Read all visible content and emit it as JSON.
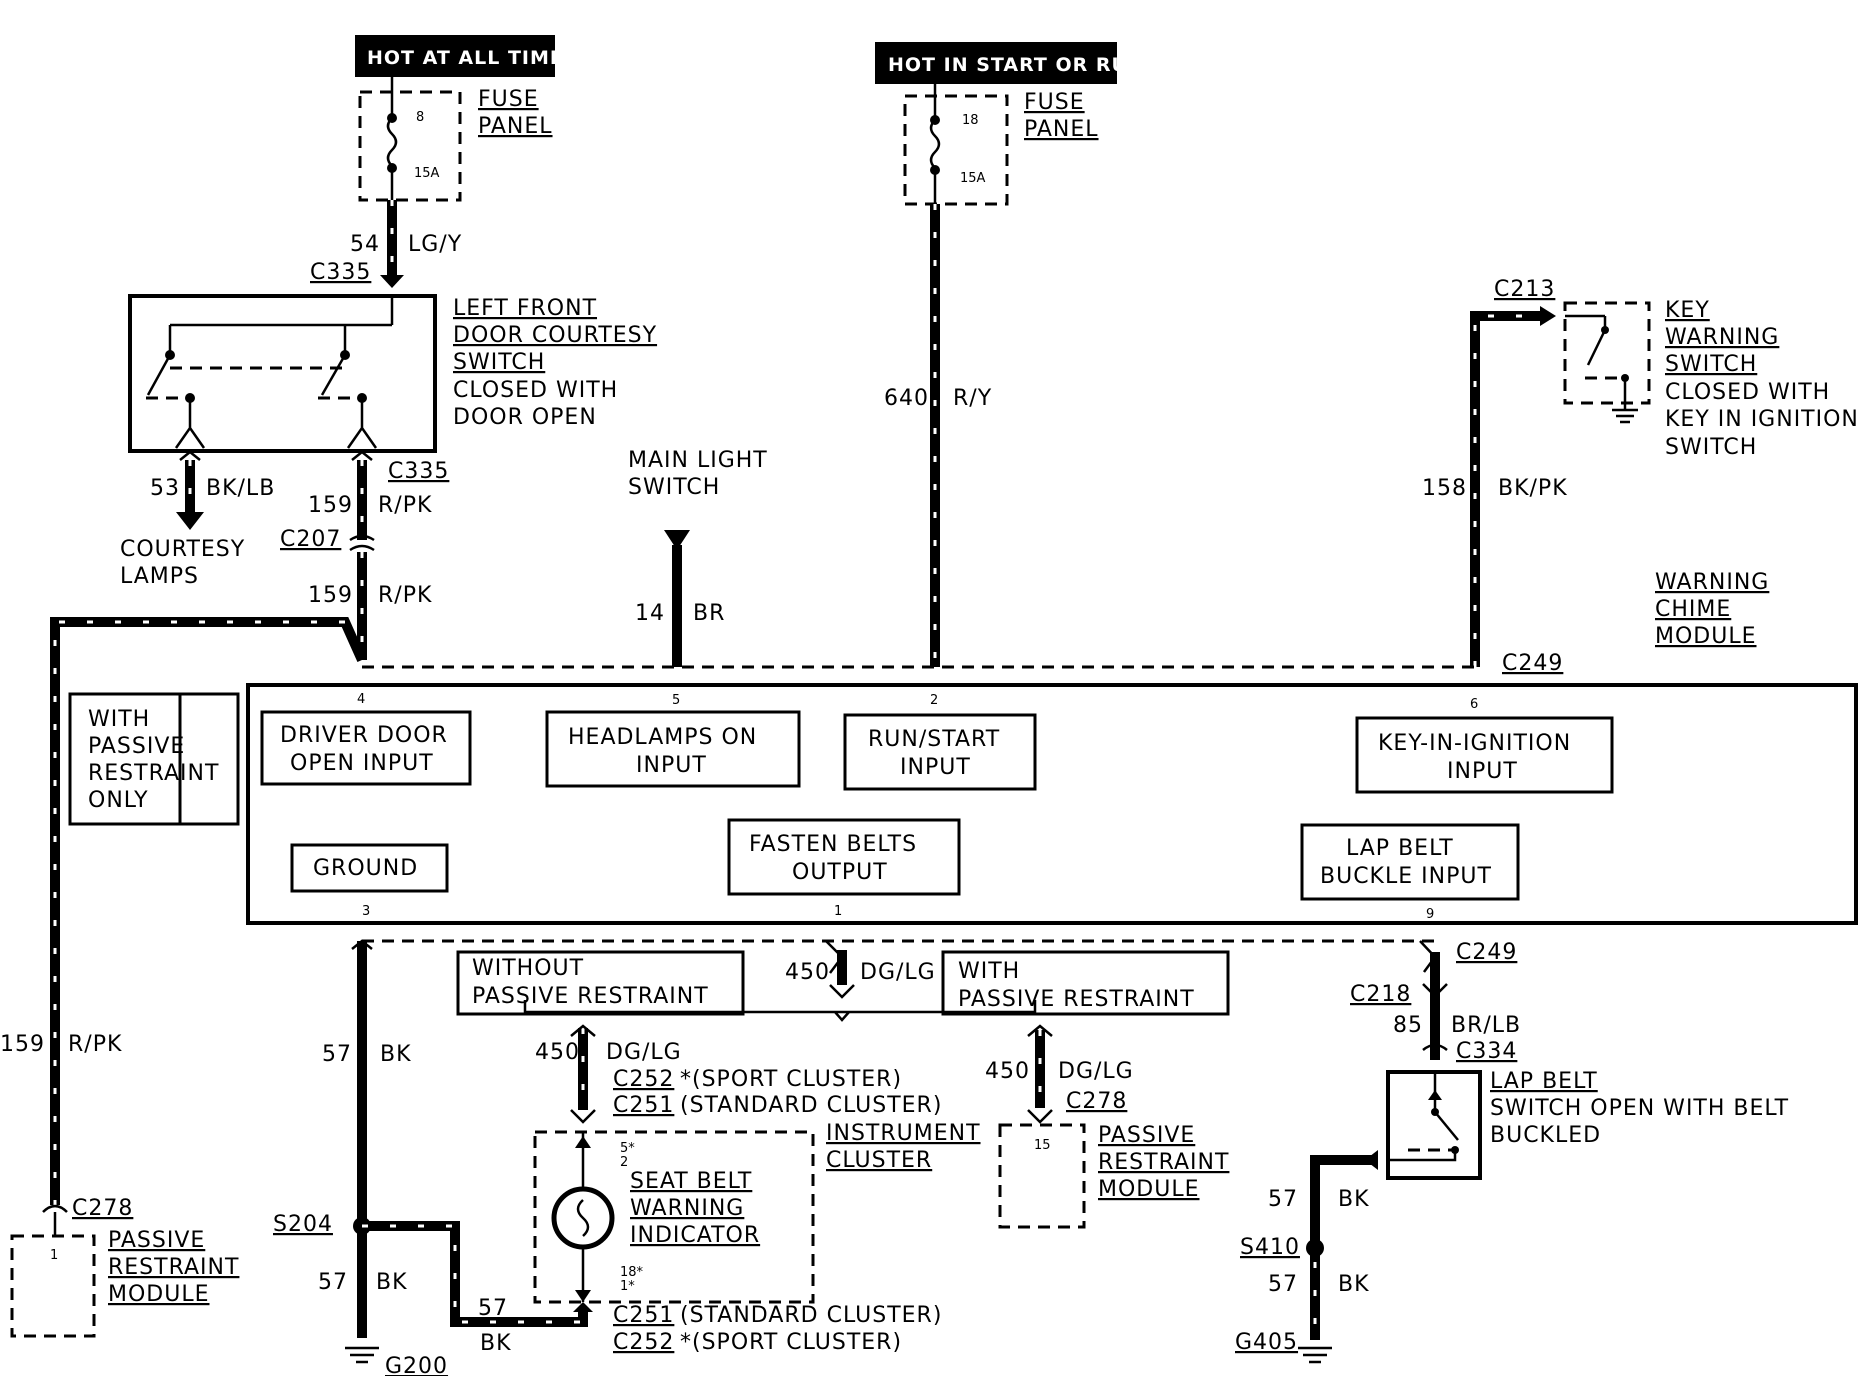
{
  "power": {
    "hot_always": "HOT AT ALL TIMES",
    "hot_start_run": "HOT IN START OR RUN",
    "fuse_panel_1": [
      "FUSE",
      "PANEL"
    ],
    "fuse_panel_2": [
      "FUSE",
      "PANEL"
    ],
    "fuse_a_num": "8",
    "fuse_a_amp": "15A",
    "fuse_b_num": "18",
    "fuse_b_amp": "15A"
  },
  "wires": {
    "w54": "54",
    "w54_color": "LG/Y",
    "w53": "53",
    "w53_color": "BK/LB",
    "w159a": "159",
    "w159a_color": "R/PK",
    "w159b": "159",
    "w159b_color": "R/PK",
    "w159c": "159",
    "w159c_color": "R/PK",
    "w640": "640",
    "w640_color": "R/Y",
    "w14": "14",
    "w14_color": "BR",
    "w158": "158",
    "w158_color": "BK/PK",
    "w57a": "57",
    "w57a_color": "BK",
    "w57b": "57",
    "w57b_color": "BK",
    "w57c": "57",
    "w57c_color": "BK",
    "w57d": "57",
    "w57d_color": "BK",
    "w57e": "57",
    "w57e_color": "BK",
    "w450a": "450",
    "w450a_color": "DG/LG",
    "w450b": "450",
    "w450b_color": "DG/LG",
    "w450c": "450",
    "w450c_color": "DG/LG",
    "w85": "85",
    "w85_color": "BR/LB"
  },
  "connectors": {
    "c335a": "C335",
    "c335b": "C335",
    "c207": "C207",
    "c213": "C213",
    "c249a": "C249",
    "c249b": "C249",
    "c218": "C218",
    "c334": "C334",
    "c278a": "C278",
    "c278b": "C278",
    "c252a": "C252",
    "c251a": "C251",
    "c251b": "C251",
    "c252b": "C252",
    "s204": "S204",
    "s410": "S410",
    "g200": "G200",
    "g405": "G405"
  },
  "components": {
    "door_switch": [
      "LEFT FRONT",
      "DOOR COURTESY",
      "SWITCH",
      "CLOSED WITH",
      "DOOR OPEN"
    ],
    "courtesy_lamps": [
      "COURTESY",
      "LAMPS"
    ],
    "main_light": [
      "MAIN LIGHT",
      "SWITCH"
    ],
    "key_warning": [
      "KEY",
      "WARNING",
      "SWITCH",
      "CLOSED WITH",
      "KEY IN IGNITION",
      "SWITCH"
    ],
    "chime_module": [
      "WARNING",
      "CHIME",
      "MODULE"
    ],
    "passive_only": [
      "WITH",
      "PASSIVE",
      "RESTRAINT",
      "ONLY"
    ],
    "without_passive": [
      "WITHOUT",
      "PASSIVE RESTRAINT"
    ],
    "with_passive": [
      "WITH",
      "PASSIVE RESTRAINT"
    ],
    "sport_cluster_a": "*(SPORT CLUSTER)",
    "standard_cluster_a": "(STANDARD CLUSTER)",
    "standard_cluster_b": "(STANDARD CLUSTER)",
    "sport_cluster_b": "*(SPORT CLUSTER)",
    "instrument_cluster": [
      "INSTRUMENT",
      "CLUSTER"
    ],
    "seat_belt": [
      "SEAT BELT",
      "WARNING",
      "INDICATOR"
    ],
    "seat_pin_top": [
      "5*",
      "2"
    ],
    "seat_pin_bot": [
      "18*",
      "1*"
    ],
    "passive_module_a": [
      "PASSIVE",
      "RESTRAINT",
      "MODULE"
    ],
    "passive_module_a_pin": "1",
    "passive_module_b": [
      "PASSIVE",
      "RESTRAINT",
      "MODULE"
    ],
    "passive_module_b_pin": "15",
    "lap_belt_switch": [
      "LAP BELT",
      "SWITCH OPEN WITH BELT",
      "BUCKLED"
    ]
  },
  "module": {
    "driver_door": [
      "DRIVER DOOR",
      "OPEN INPUT"
    ],
    "headlamps": [
      "HEADLAMPS ON",
      "INPUT"
    ],
    "run_start": [
      "RUN/START",
      "INPUT"
    ],
    "key_in": [
      "KEY-IN-IGNITION",
      "INPUT"
    ],
    "ground": "GROUND",
    "fasten": [
      "FASTEN BELTS",
      "OUTPUT"
    ],
    "lap_buckle": [
      "LAP BELT",
      "BUCKLE INPUT"
    ],
    "pins": {
      "p4": "4",
      "p5": "5",
      "p2": "2",
      "p6": "6",
      "p3": "3",
      "p1": "1",
      "p9": "9"
    }
  }
}
